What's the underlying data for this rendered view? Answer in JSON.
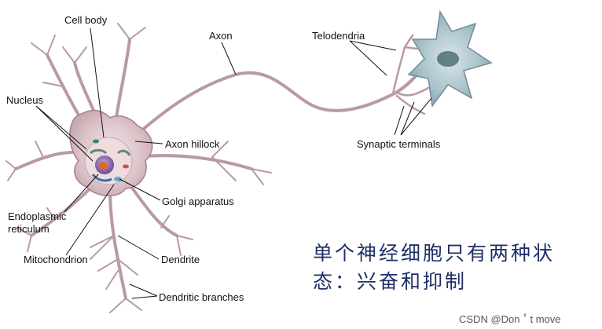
{
  "labels": {
    "cell_body": "Cell body",
    "axon": "Axon",
    "telodendria": "Telodendria",
    "nucleus": "Nucleus",
    "axon_hillock": "Axon hillock",
    "synaptic_terminals": "Synaptic terminals",
    "golgi_apparatus": "Golgi apparatus",
    "endoplasmic_line1": "Endoplasmic",
    "endoplasmic_line2": "reticulum",
    "mitochondrion": "Mitochondrion",
    "dendrite": "Dendrite",
    "dendritic_branches": "Dendritic branches"
  },
  "caption": {
    "line1": "单个神经细胞只有两种状",
    "line2": "态：兴奋和抑制"
  },
  "watermark": "CSDN @Don＇t move",
  "colors": {
    "neuron_fill": "#dcc6cb",
    "neuron_stroke": "#8a5f6a",
    "target_cell": "#8aa9b4",
    "nucleus": "#7a5a9a",
    "caption": "#1f2f66"
  }
}
